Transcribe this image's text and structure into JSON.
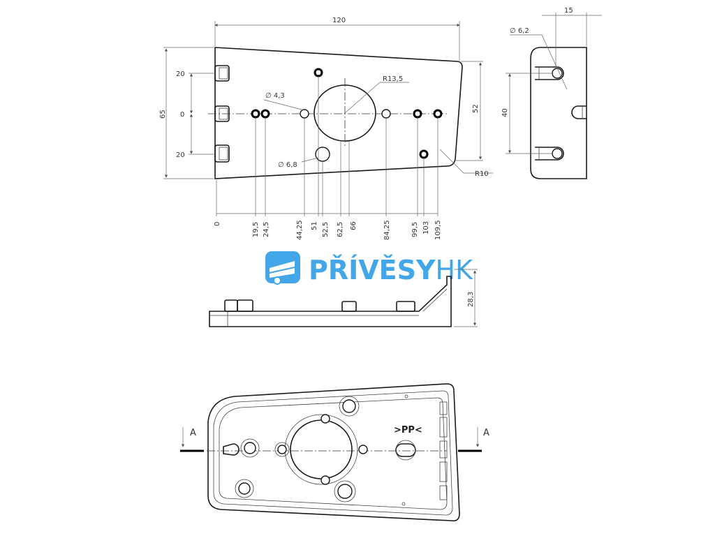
{
  "top_view": {
    "overall_width": "120",
    "height_total": "65",
    "zero_label": "0",
    "offset_upper": "20",
    "offset_lower": "20",
    "right_height": "52",
    "hole_small_dia": "∅ 4,3",
    "hole_large_dia": "∅ 6,8",
    "center_radius": "R13,5",
    "corner_radius": "R10",
    "x_positions": [
      "0",
      "19,5",
      "24,5",
      "44,25",
      "51",
      "52,5",
      "62,5",
      "66",
      "84,25",
      "99,5",
      "103",
      "109,5"
    ]
  },
  "side_view": {
    "width_15": "15",
    "hole_dia": "∅ 6,2",
    "height_40": "40"
  },
  "front_view": {
    "height": "28,3"
  },
  "bottom_view": {
    "marking": ">PP<",
    "section_left": "A",
    "section_right": "A"
  },
  "logo": {
    "brand_bold": "PŘÍVĚSY",
    "brand_light": "HK",
    "color": "#42a6e8"
  }
}
